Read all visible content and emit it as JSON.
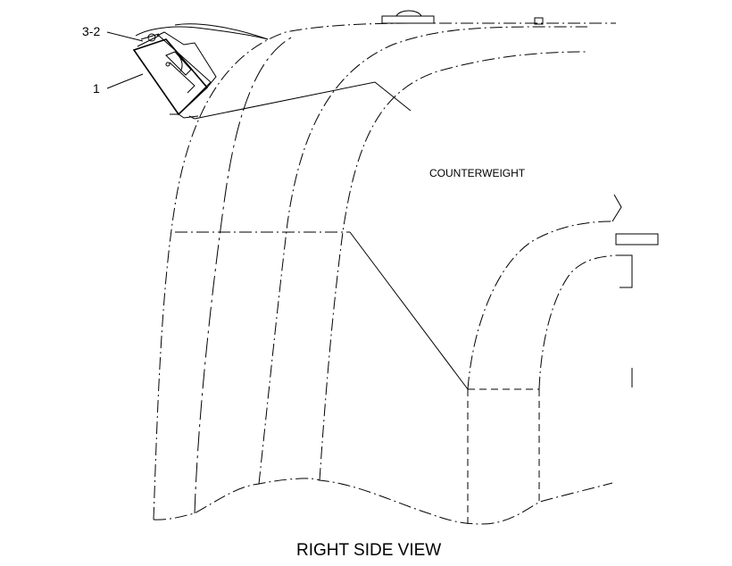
{
  "diagram": {
    "callouts": [
      {
        "id": "3-2",
        "text": "3-2"
      },
      {
        "id": "1",
        "text": "1"
      }
    ],
    "part_label": "COUNTERWEIGHT",
    "view_title": "RIGHT SIDE VIEW"
  },
  "colors": {
    "line": "#000000",
    "background": "#ffffff"
  }
}
